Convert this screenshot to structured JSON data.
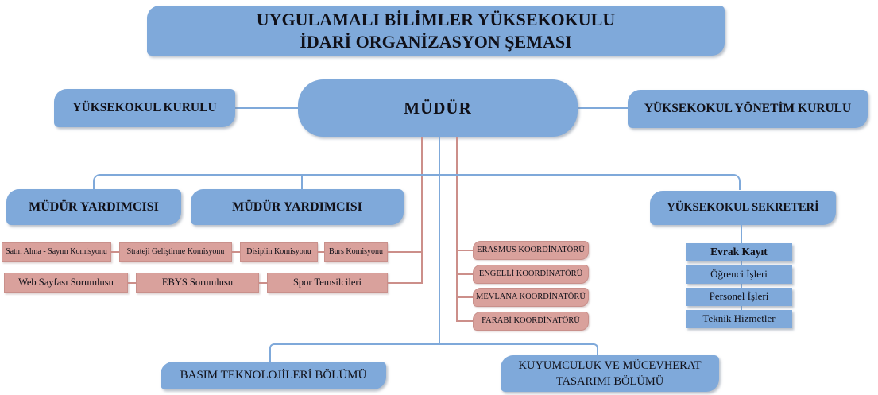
{
  "title": {
    "line1": "UYGULAMALI BİLİMLER YÜKSEKOKULU",
    "line2": "İDARİ ORGANİZASYON ŞEMASI"
  },
  "top_row": {
    "school_board": "YÜKSEKOKUL KURULU",
    "director": "MÜDÜR",
    "executive_board": "YÜKSEKOKUL YÖNETİM KURULU"
  },
  "middle_row": {
    "deputy_director_1": "MÜDÜR YARDIMCISI",
    "deputy_director_2": "MÜDÜR YARDIMCISI",
    "school_secretary": "YÜKSEKOKUL SEKRETERİ"
  },
  "commissions_row1": [
    "Satın Alma - Sayım Komisyonu",
    "Strateji Geliştirme Komisyonu",
    "Disiplin Komisyonu",
    "Burs Komisyonu"
  ],
  "commissions_row2": [
    "Web Sayfası Sorumlusu",
    "EBYS Sorumlusu",
    "Spor Temsilcileri"
  ],
  "coordinators": [
    "ERASMUS KOORDİNATÖRÜ",
    "ENGELLİ KOORDİNATÖRÜ",
    "MEVLANA KOORDİNATÖRÜ",
    "FARABİ KOORDİNATÖRÜ"
  ],
  "secretary_units": [
    "Evrak Kayıt",
    "Öğrenci İşleri",
    "Personel İşleri",
    "Teknik Hizmetler"
  ],
  "departments": {
    "basim": "BASIM TEKNOLOJİLERİ BÖLÜMÜ",
    "kuyumculuk_line1": "KUYUMCULUK VE MÜCEVHERAT",
    "kuyumculuk_line2": "TASARIMI BÖLÜMÜ"
  },
  "colors": {
    "blue_fill": "#7fa9da",
    "pink_fill": "#d9a19c",
    "pink_border": "#c9908b",
    "blue_line": "#7fa9da",
    "pink_line": "#cc8f8a",
    "text": "#101018"
  }
}
